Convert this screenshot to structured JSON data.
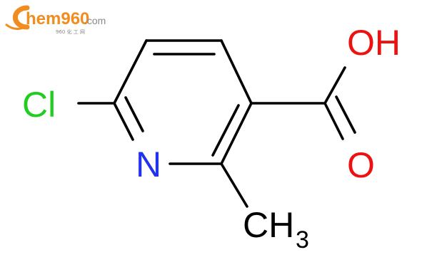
{
  "watermark": {
    "main": "hem960",
    "suffix": ".com",
    "subtitle": "960 化 工 网",
    "colors": {
      "orange": "#f28c1e",
      "gray": "#8a8a8a"
    }
  },
  "molecule": {
    "atoms": {
      "chlorine": "Cl",
      "nitrogen": "N",
      "hydroxyl": "OH",
      "carbonyl_oxygen": "O",
      "methyl_main": "CH",
      "methyl_subscript": "3"
    },
    "colors": {
      "chlorine": "#22cc22",
      "nitrogen": "#2233ee",
      "oxygen": "#ee1111",
      "carbon": "#000000",
      "bond": "#000000"
    }
  }
}
